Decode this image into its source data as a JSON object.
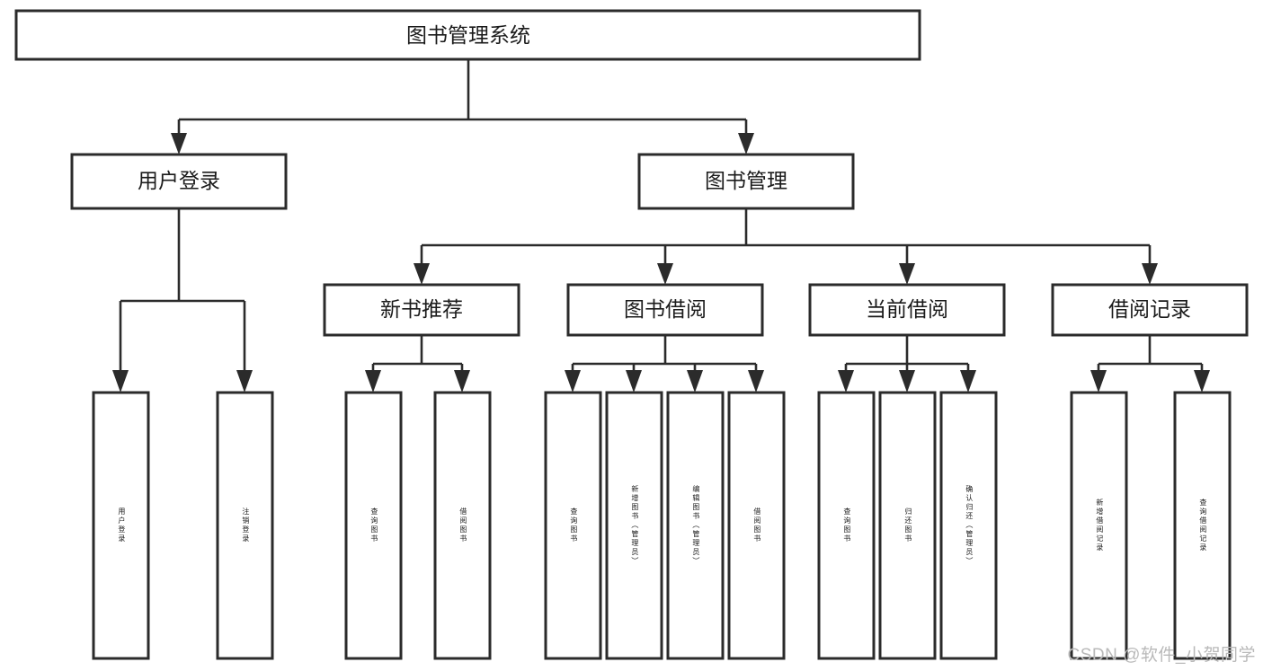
{
  "diagram": {
    "type": "tree",
    "title": "图书管理系统",
    "watermark": "CSDN @软件_小贺同学",
    "colors": {
      "box_stroke": "#2b2b2b",
      "box_fill": "#ffffff",
      "connector": "#2b2b2b",
      "text": "#1b1b1b",
      "watermark": "#b9b9b9",
      "background": "#ffffff"
    },
    "root": {
      "label": "图书管理系统"
    },
    "level2": [
      {
        "label": "用户登录"
      },
      {
        "label": "图书管理"
      }
    ],
    "level3": [
      {
        "label": "新书推荐"
      },
      {
        "label": "图书借阅"
      },
      {
        "label": "当前借阅"
      },
      {
        "label": "借阅记录"
      }
    ],
    "leaves": {
      "user_login": [
        {
          "label": "用户登录"
        },
        {
          "label": "注销登录"
        }
      ],
      "new_book_recommend": [
        {
          "label": "查询图书"
        },
        {
          "label": "借阅图书"
        }
      ],
      "book_borrow": [
        {
          "label": "查询图书"
        },
        {
          "label": "新增图书（管理员）"
        },
        {
          "label": "编辑图书（管理员）"
        },
        {
          "label": "借阅图书"
        }
      ],
      "current_borrow": [
        {
          "label": "查询图书"
        },
        {
          "label": "归还图书"
        },
        {
          "label": "确认归还（管理员）"
        }
      ],
      "borrow_record": [
        {
          "label": "新增借阅记录"
        },
        {
          "label": "查询借阅记录"
        }
      ]
    }
  }
}
